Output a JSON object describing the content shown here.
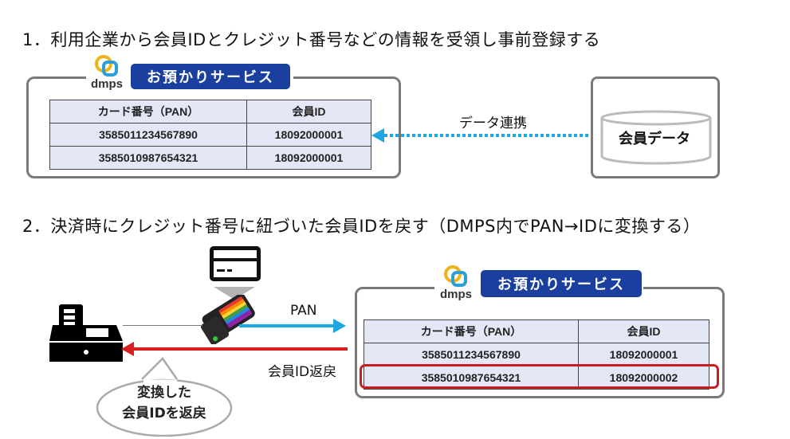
{
  "section1": {
    "heading": "1．利用企業から会員IDとクレジット番号などの情報を受領し事前登録する",
    "service": {
      "logo_text": "dmps",
      "badge": "お預かりサービス",
      "table": {
        "headers": [
          "カード番号（PAN）",
          "会員ID"
        ],
        "rows": [
          [
            "3585011234567890",
            "18092000001"
          ],
          [
            "3585010987654321",
            "18092000001"
          ]
        ]
      }
    },
    "arrow_label": "データ連携",
    "database_label": "会員データ"
  },
  "section2": {
    "heading": "2．決済時にクレジット番号に紐づいた会員IDを戻す（DMPS内でPAN→IDに変換する）",
    "pan_label": "PAN",
    "return_label": "会員ID返戻",
    "bubble_line1": "変換した",
    "bubble_line2": "会員IDを返戻",
    "service": {
      "logo_text": "dmps",
      "badge": "お預かりサービス",
      "table": {
        "headers": [
          "カード番号（PAN）",
          "会員ID"
        ],
        "rows": [
          [
            "3585011234567890",
            "18092000001"
          ],
          [
            "3585010987654321",
            "18092000002"
          ]
        ],
        "highlighted_row": 1
      }
    }
  },
  "colors": {
    "badge": "#1a3f9e",
    "data_link_arrow": "#1ea7e1",
    "pan_arrow": "#1ea7e1",
    "return_arrow": "#d81e1e",
    "highlight": "#c81e1e",
    "table_fill": "#e4e7f5"
  }
}
